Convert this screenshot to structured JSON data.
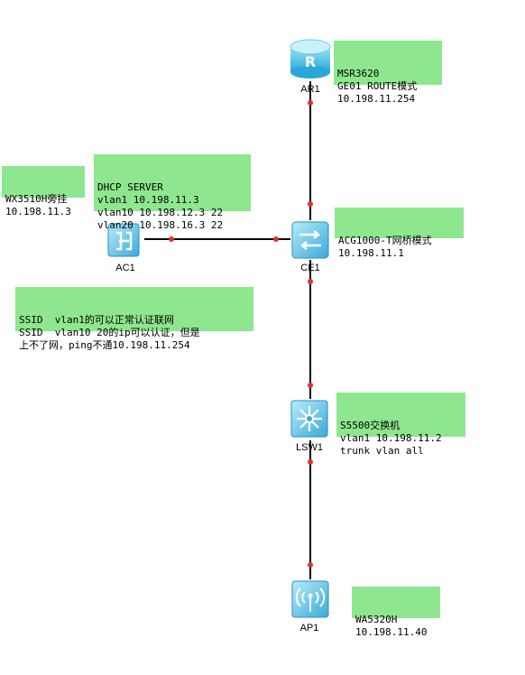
{
  "devices": {
    "ar1": {
      "label": "AR1",
      "icon": "router-icon"
    },
    "ce1": {
      "label": "CE1",
      "icon": "switch-icon"
    },
    "ac1": {
      "label": "AC1",
      "icon": "access-controller-icon"
    },
    "lsw1": {
      "label": "LSW1",
      "icon": "layer3-switch-icon"
    },
    "ap1": {
      "label": "AP1",
      "icon": "wireless-ap-icon"
    }
  },
  "notes": {
    "ar1": [
      "MSR3620",
      "GE01 ROUTE模式",
      "10.198.11.254"
    ],
    "dhcp": [
      "DHCP SERVER",
      "vlan1 10.198.11.3",
      "vlan10 10.198.12.3 22",
      "vlan20 10.198.16.3 22"
    ],
    "wx": [
      "WX3510H旁挂",
      "10.198.11.3"
    ],
    "acg": [
      "ACG1000-T网桥模式",
      "10.198.11.1"
    ],
    "ssid": [
      "SSID  vlan1的可以正常认证联网",
      "SSID  vlan10 20的ip可以认证，但是",
      "上不了网，ping不通10.198.11.254"
    ],
    "s5500": [
      "S5500交换机",
      "vlan1 10.198.11.2",
      "trunk vlan all"
    ],
    "wa": [
      "WA5320H",
      "10.198.11.40"
    ]
  },
  "colors": {
    "note_bg": "#8ee68e",
    "link": "#000000",
    "port": "#e03030",
    "device": "#4fc3e8"
  }
}
